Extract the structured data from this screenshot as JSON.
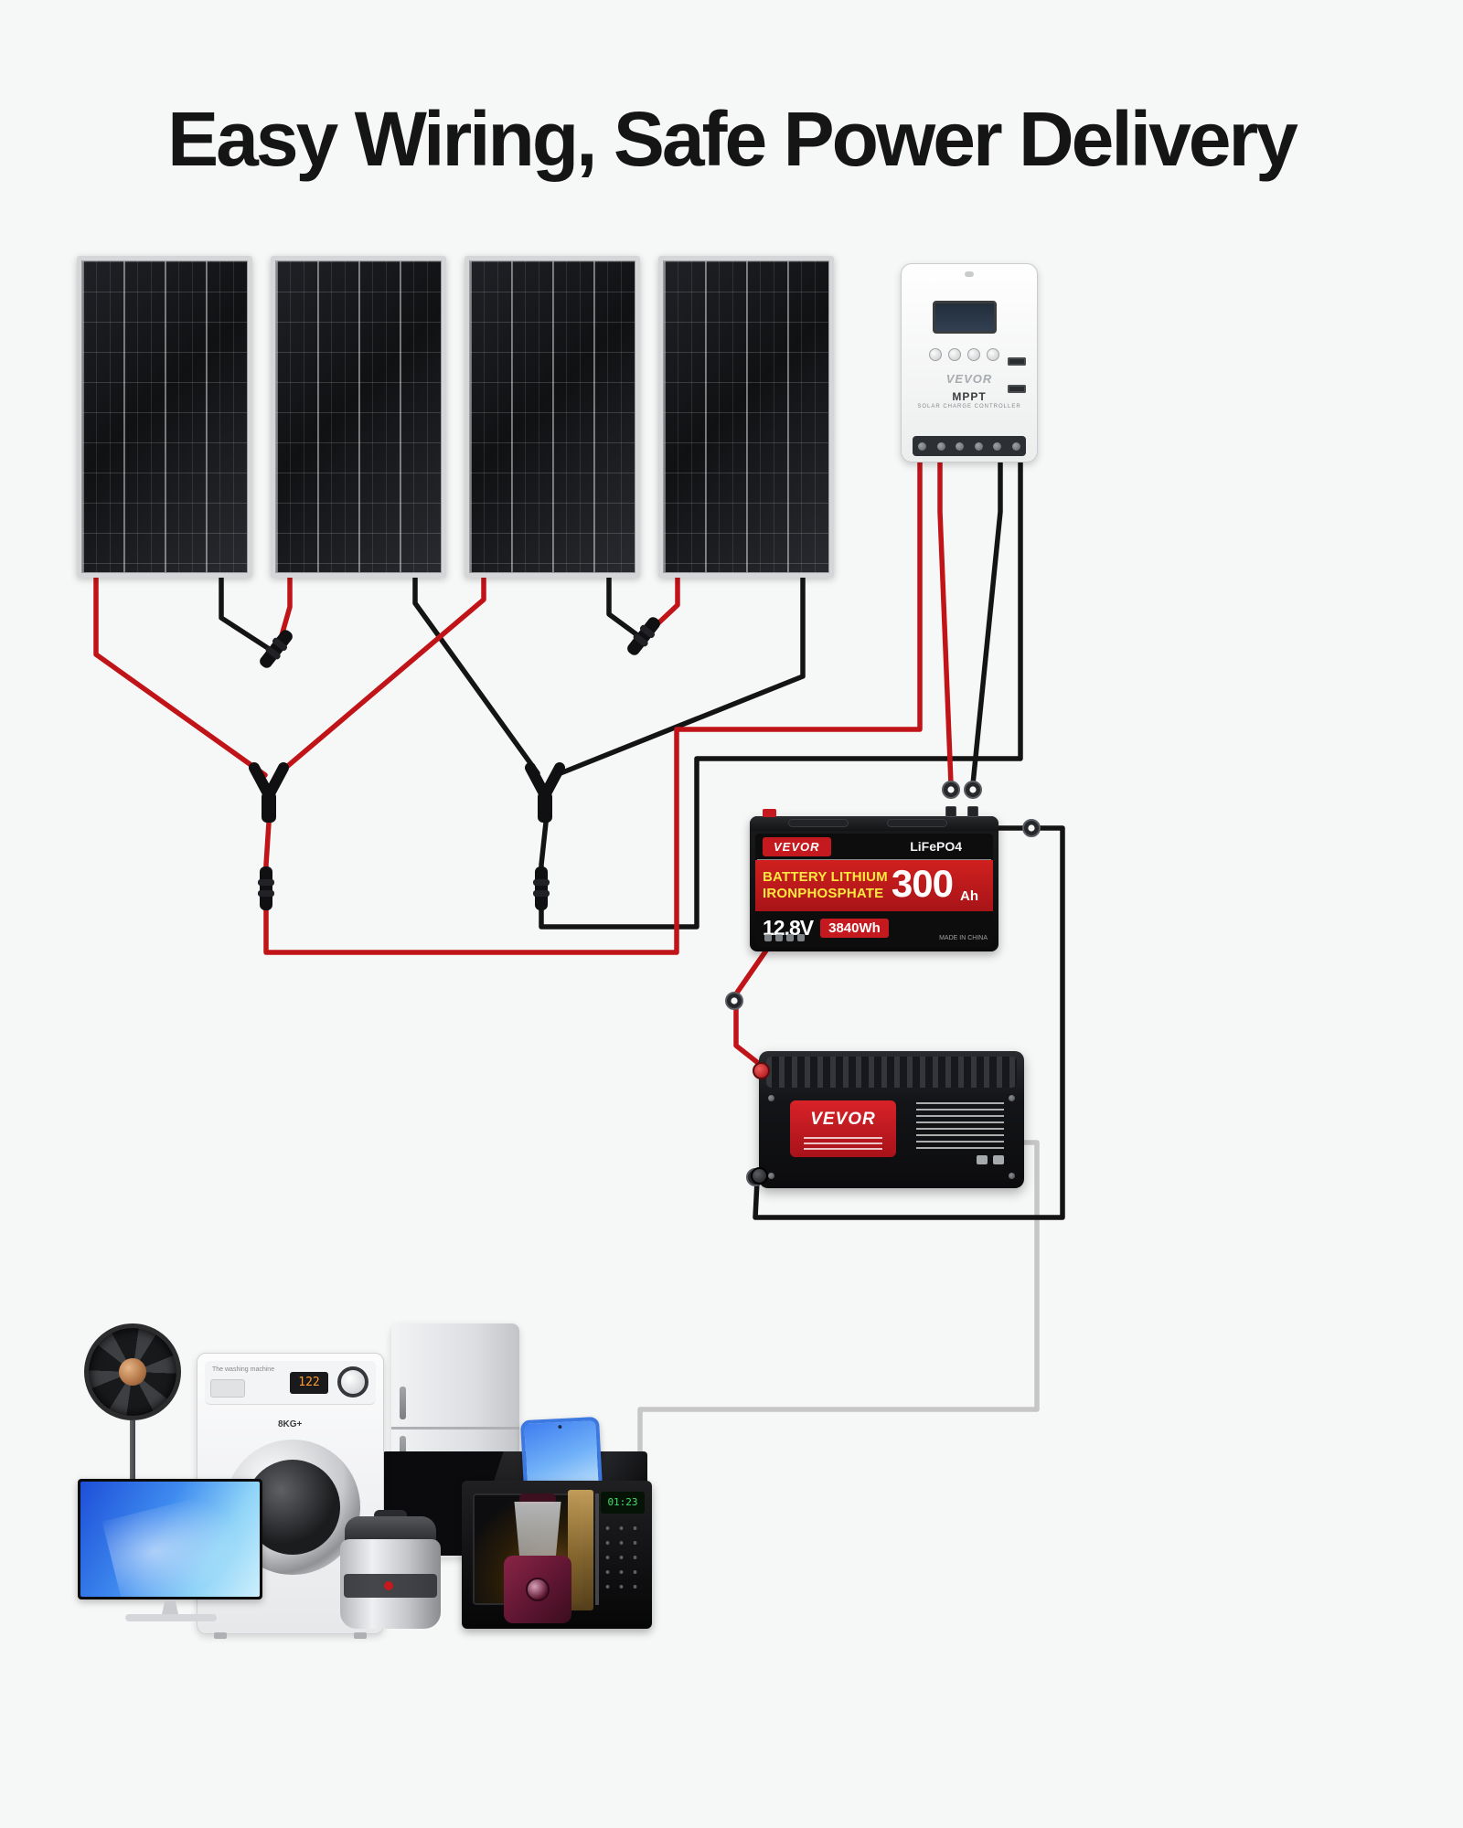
{
  "title": "Easy Wiring, Safe Power Delivery",
  "controller": {
    "brand": "VEVOR",
    "model": "MPPT",
    "subtitle": "SOLAR CHARGE CONTROLLER"
  },
  "battery": {
    "brand": "VEVOR",
    "chemistry": "LiFePO4",
    "type_line1": "BATTERY LITHIUM",
    "type_line2": "IRONPHOSPHATE",
    "capacity_value": "300",
    "capacity_unit": "Ah",
    "voltage": "12.8V",
    "energy": "3840Wh",
    "origin": "MADE IN CHINA"
  },
  "inverter": {
    "brand": "VEVOR"
  },
  "appliances": {
    "washer_label": "The washing machine",
    "washer_display": "122",
    "washer_capacity": "8KG+",
    "microwave_display": "01:23",
    "names": [
      "pedestal-fan",
      "washing-machine",
      "monitor",
      "refrigerator",
      "rice-cooker",
      "tv-screen",
      "blender",
      "microwave-oven",
      "tablet"
    ]
  },
  "colors": {
    "background": "#f6f7f7",
    "title_text": "#151515",
    "wire_positive": "#c01418",
    "wire_negative": "#141414",
    "wire_ac": "#c6c6c6",
    "brand_red": "#c41a1f",
    "battery_text_yellow": "#ffe93e"
  },
  "system": {
    "solar_panel_count": 4
  }
}
